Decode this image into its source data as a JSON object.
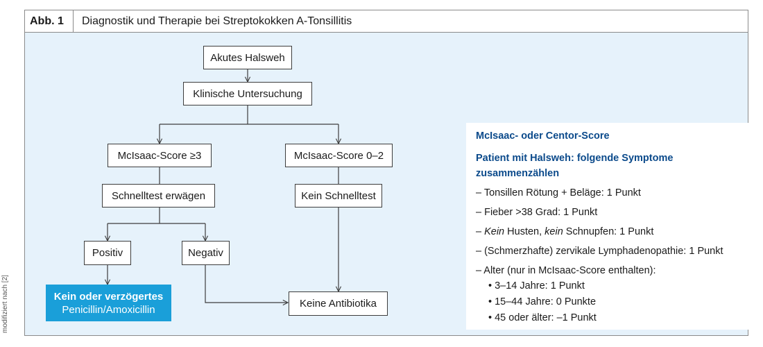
{
  "side_note": "modifiziert nach [2]",
  "header": {
    "label": "Abb. 1",
    "title": "Diagnostik und Therapie bei Streptokokken A-Tonsillitis"
  },
  "flow": {
    "start": "Akutes Halsweh",
    "exam": "Klinische Untersuchung",
    "score_high": "McIsaac-Score ≥3",
    "score_low": "McIsaac-Score 0–2",
    "consider_test": "Schnelltest erwägen",
    "no_test": "Kein Schnelltest",
    "positive": "Positiv",
    "negative": "Negativ",
    "treat_line1": "Kein oder verzögertes",
    "treat_line2": "Penicillin/Amoxicillin",
    "no_antibiotics": "Keine Antibiotika"
  },
  "colors": {
    "highlight": "#1a9fd9",
    "heading": "#0b4a8b",
    "panel_bg": "#e6f2fb"
  },
  "score_box": {
    "title": "McIsaac- oder Centor-Score",
    "subtitle": "Patient mit Halsweh: folgende Symptome zusammenzählen",
    "items": {
      "tonsils": "– Tonsillen Rötung + Beläge: 1 Punkt",
      "fever": "– Fieber >38 Grad: 1 Punkt",
      "cough_neg1": "Kein",
      "cough_mid": " Husten, ",
      "cough_neg2": "kein",
      "cough_end": " Schnupfen: 1 Punkt",
      "lymph": "– (Schmerzhafte) zervikale Lymphadenopathie: 1 Punkt",
      "age": "– Alter (nur in McIsaac-Score enthalten):"
    },
    "age_groups": [
      "3–14 Jahre: 1 Punkt",
      "15–44 Jahre: 0 Punkte",
      "45 oder älter: –1 Punkt"
    ]
  }
}
